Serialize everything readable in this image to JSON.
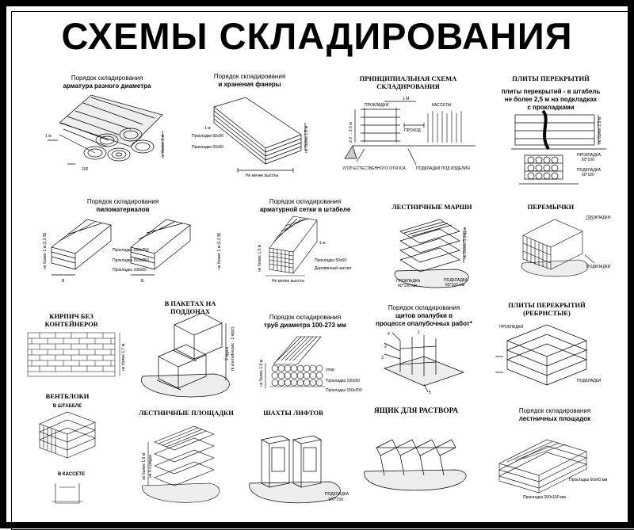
{
  "title": "СХЕМЫ СКЛАДИРОВАНИЯ",
  "panels": {
    "rebar": {
      "line1": "Порядок складирования",
      "line2": "арматура разного диаметра",
      "labels": [
        "1 м",
        "100",
        "не более 1 м"
      ]
    },
    "plywood": {
      "line1": "Порядок складирования",
      "line2": "и хранения фанеры",
      "labels": [
        "1 м",
        "Прокладки 60х60",
        "Прокладки 60х60",
        "не более 1,5 м",
        "Не менее высоты"
      ]
    },
    "principal": {
      "line1": "ПРИНЦИПИАЛЬНАЯ СХЕМА",
      "line2": "СКЛАДИРОВАНИЯ",
      "labels": [
        "ПРОКЛАДКИ",
        "1 М",
        "КАССЕТЫ",
        "ПРОХОД",
        "2.0 ... 2.5 м",
        "УГОЛ ЕСТЕСТВЕННОГО ОТКОСА",
        "ПОДКЛАДКИ ПОД ИЗДЕЛИЯ"
      ]
    },
    "floor_slabs": {
      "title": "ПЛИТЫ ПЕРЕКРЫТИЙ",
      "line1": "плиты перекрытий - в штабель",
      "line2": "не более 2,5 м на подкладках",
      "line3": "с прокладками",
      "labels": [
        "не более 2,5 м",
        "ПРОКЛАДКА",
        "60*100",
        "ПОДКЛАДКА",
        "60*100"
      ]
    },
    "lumber": {
      "line1": "Порядок складирования",
      "line2": "пиломатериалов",
      "labels": [
        "Прокладка 250х250",
        "Прокладка 250х250",
        "Прокладка 100х50",
        "В",
        "В",
        "не более 1 м (1,0 В)",
        "не более 1 м (1,0 В)"
      ]
    },
    "mesh": {
      "line1": "Порядок складирования",
      "line2": "арматурной сетки в штабеле",
      "labels": [
        "1 м",
        "Прокладка 50х60",
        "Деревянный настил",
        "Не менее высоты",
        "не более 1,5 м"
      ]
    },
    "stairs": {
      "title": "ЛЕСТНИЧНЫЕ МАРШИ",
      "labels": [
        "не более 5 рядов",
        "ПОДКЛАДКА",
        "60*100 мм",
        "ПРОКЛАДКА",
        "40*100 мм"
      ]
    },
    "lintels": {
      "title": "ПЕРЕМЫЧКИ",
      "labels": [
        "ПРОКЛАДКИ",
        "ПОДКЛАДКИ"
      ]
    },
    "brick": {
      "title": "КИРПИЧ БЕЗ КОНТЕЙНЕРОВ",
      "labels": [
        "не более 1,7 м"
      ]
    },
    "pallets": {
      "title": "В ПАКЕТАХ НА ПОДДОНАХ",
      "labels": [
        "2 яруса",
        "(в контейнерах - 1 ярус)"
      ]
    },
    "pipes": {
      "line1": "Порядок складирования",
      "line2": "труб диаметра 100-273 мм",
      "labels": [
        "не более 1,5 м",
        "упор",
        "Прокладка 100х50",
        "Прокладка 150х200"
      ]
    },
    "formwork": {
      "line1": "Порядок складирования",
      "line2": "щитов опалубки в",
      "line3": "процессе опалубочных работ*",
      "labels": [
        "1",
        "2",
        "3",
        "4",
        "5"
      ]
    },
    "ribbed_slabs": {
      "title": "ПЛИТЫ ПЕРЕКРЫТИЙ",
      "subtitle": "(РЕБРИСТЫЕ)",
      "labels": [
        "ПРОКЛАДКИ",
        "ПОДКЛАДКИ"
      ]
    },
    "vent_blocks": {
      "title": "ВЕНТБЛОКИ",
      "sub1": "В ШТАБЕЛЕ",
      "sub2": "В КАССЕТЕ"
    },
    "landings": {
      "title": "ЛЕСТНИЧНЫЕ ПЛОЩАДКИ",
      "labels": [
        "не более 1,8 м",
        "не 4-х рядов"
      ]
    },
    "shafts": {
      "title": "ШАХТЫ ЛИФТОВ",
      "labels": [
        "ПОДКЛАДКА",
        "100*150"
      ]
    },
    "mortar_box": {
      "title": "ЯЩИК ДЛЯ РАСТВОРА"
    },
    "landings_order": {
      "line1": "Порядок складирования",
      "line2": "лестничных площадок",
      "labels": [
        "Прокладка 60х60 мм",
        "Прокладка 200х150 мм"
      ]
    }
  }
}
